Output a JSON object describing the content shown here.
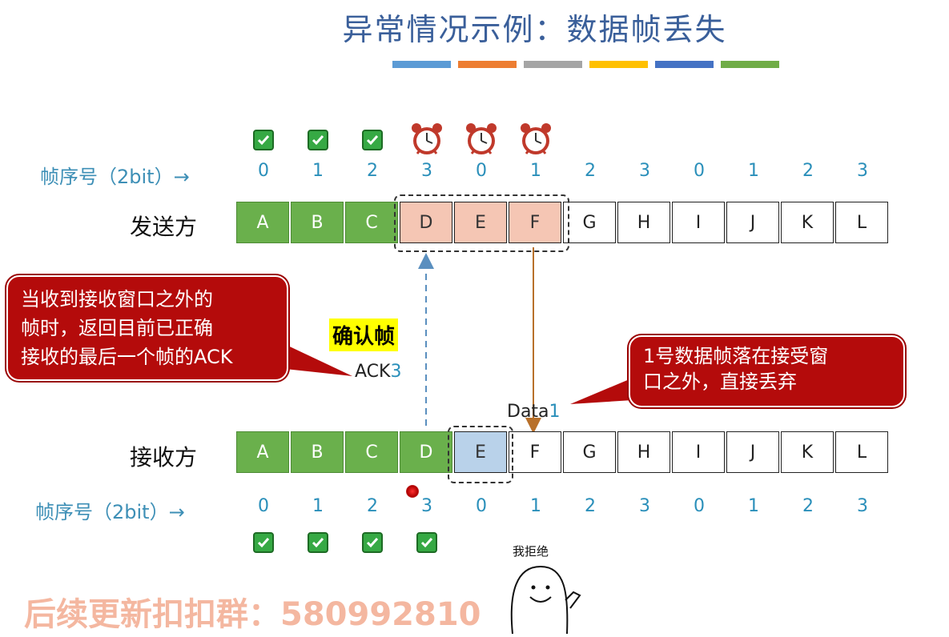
{
  "watermark": "",
  "title": "异常情况示例：数据帧丢失",
  "color_bars": [
    "#5b9bd5",
    "#ed7d31",
    "#a5a5a5",
    "#ffc000",
    "#4472c4",
    "#70ad47"
  ],
  "seq_label": "帧序号（2bit）→",
  "seq_numbers": [
    "0",
    "1",
    "2",
    "3",
    "0",
    "1",
    "2",
    "3",
    "0",
    "1",
    "2",
    "3"
  ],
  "sender": {
    "label": "发送方",
    "frames": [
      "A",
      "B",
      "C",
      "D",
      "E",
      "F",
      "G",
      "H",
      "I",
      "J",
      "K",
      "L"
    ],
    "states": [
      "green",
      "green",
      "green",
      "pink",
      "pink",
      "pink",
      "white",
      "white",
      "white",
      "white",
      "white",
      "white"
    ]
  },
  "receiver": {
    "label": "接收方",
    "frames": [
      "A",
      "B",
      "C",
      "D",
      "E",
      "F",
      "G",
      "H",
      "I",
      "J",
      "K",
      "L"
    ],
    "states": [
      "green",
      "green",
      "green",
      "green",
      "blue",
      "white",
      "white",
      "white",
      "white",
      "white",
      "white",
      "white"
    ]
  },
  "ack_title": "确认帧",
  "ack_text": "ACK",
  "ack_num": "3",
  "data_text": "Data",
  "data_num": "1",
  "callout_left": [
    "当收到接收窗口之外的",
    "帧时，返回目前已正确",
    "接收的最后一个帧的ACK"
  ],
  "callout_right": [
    "1号数据帧落在接受窗",
    "口之外，直接丢弃"
  ],
  "cartoon_text": "我拒绝",
  "footer": "后续更新扣扣群：580992810",
  "icons": {
    "check": "checkbox-checked-icon",
    "clock": "alarm-clock-icon"
  }
}
